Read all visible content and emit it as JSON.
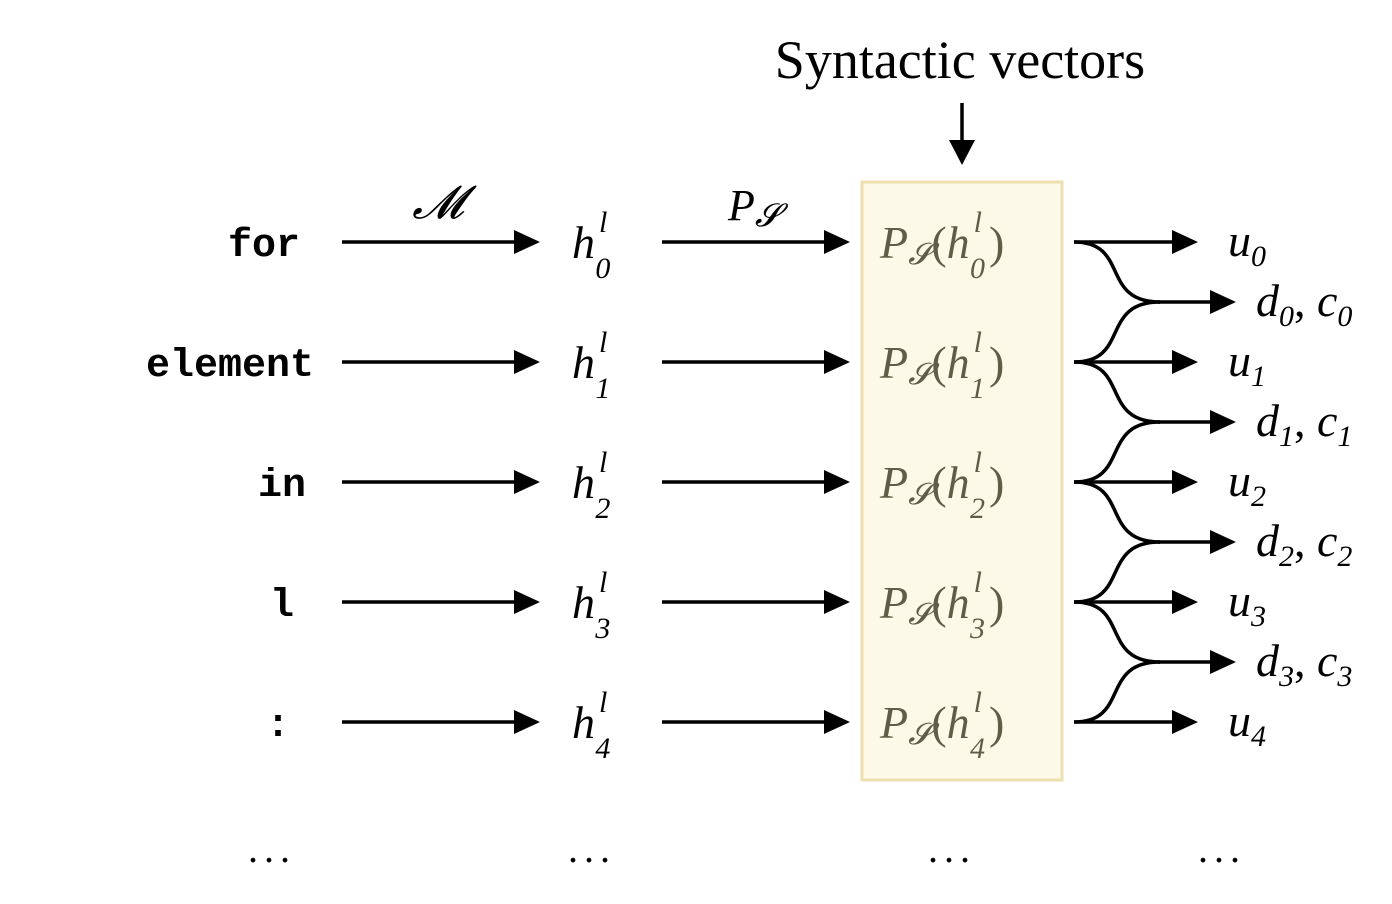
{
  "title": "Syntactic vectors",
  "model_label": "𝓜",
  "projection_label": {
    "base": "P",
    "sub": "𝓢"
  },
  "tokens": [
    "for",
    "element",
    "in",
    "l",
    ":"
  ],
  "hidden": [
    {
      "base": "h",
      "sup": "l",
      "sub": "0"
    },
    {
      "base": "h",
      "sup": "l",
      "sub": "1"
    },
    {
      "base": "h",
      "sup": "l",
      "sub": "2"
    },
    {
      "base": "h",
      "sup": "l",
      "sub": "3"
    },
    {
      "base": "h",
      "sup": "l",
      "sub": "4"
    }
  ],
  "projected": [
    {
      "P": "P",
      "S": "𝓢",
      "h": "h",
      "sup": "l",
      "sub": "0"
    },
    {
      "P": "P",
      "S": "𝓢",
      "h": "h",
      "sup": "l",
      "sub": "1"
    },
    {
      "P": "P",
      "S": "𝓢",
      "h": "h",
      "sup": "l",
      "sub": "2"
    },
    {
      "P": "P",
      "S": "𝓢",
      "h": "h",
      "sup": "l",
      "sub": "3"
    },
    {
      "P": "P",
      "S": "𝓢",
      "h": "h",
      "sup": "l",
      "sub": "4"
    }
  ],
  "u_outputs": [
    {
      "base": "u",
      "sub": "0"
    },
    {
      "base": "u",
      "sub": "1"
    },
    {
      "base": "u",
      "sub": "2"
    },
    {
      "base": "u",
      "sub": "3"
    },
    {
      "base": "u",
      "sub": "4"
    }
  ],
  "dc_outputs": [
    {
      "d": "d",
      "c": "c",
      "sub": "0",
      "sep": ","
    },
    {
      "d": "d",
      "c": "c",
      "sub": "1",
      "sep": ","
    },
    {
      "d": "d",
      "c": "c",
      "sub": "2",
      "sep": ","
    },
    {
      "d": "d",
      "c": "c",
      "sub": "3",
      "sep": ","
    }
  ],
  "ellipsis": "...",
  "colors": {
    "box_fill": "#fdf9e8",
    "box_stroke": "#eedfb0",
    "box_text": "#5e5e48"
  }
}
